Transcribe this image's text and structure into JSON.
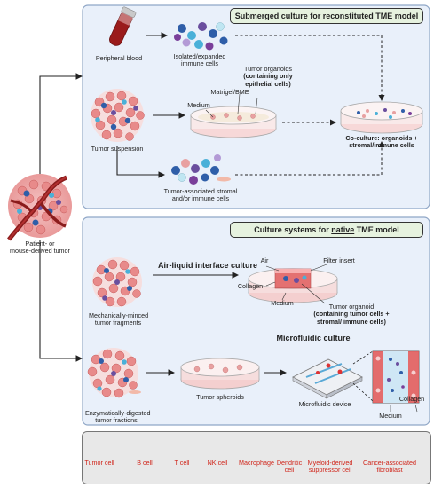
{
  "panel_top": {
    "title_prefix": "Submerged culture for ",
    "title_emph": "reconstituted",
    "title_suffix": " TME model",
    "peripheral_blood": "Peripheral blood",
    "immune_cells_1": "Isolated/expanded",
    "immune_cells_2": "immune cells",
    "tumor_organoids_1": "Tumor organoids",
    "tumor_organoids_2": "(containing only",
    "tumor_organoids_3": "epithelial cells)",
    "matrigel": "Matrigel/BME",
    "medium": "Medium",
    "tumor_suspension": "Tumor suspension",
    "coculture_1": "Co-culture: organoids +",
    "coculture_2": "stromal/immune cells",
    "stromal_1": "Tumor-associated stromal",
    "stromal_2": "and/or immune cells"
  },
  "source": {
    "line1": "Patient- or",
    "line2": "mouse-derived tumor"
  },
  "panel_bottom": {
    "title_prefix": "Culture systems for ",
    "title_emph": "native",
    "title_suffix": " TME model",
    "ali_title": "Air-liquid interface culture",
    "air": "Air",
    "filter_insert": "Filter insert",
    "collagen": "Collagen",
    "medium": "Medium",
    "tumor_organoid_1": "Tumor organoid",
    "tumor_organoid_2": "(containing tumor cells +",
    "tumor_organoid_3": "stromal/ immune cells)",
    "minced_1": "Mechanically-minced",
    "minced_2": "tumor fragments",
    "microfluidic_title": "Microfluidic culture",
    "spheroids": "Tumor spheroids",
    "device": "Microfluidic device",
    "digested_1": "Enzymatically-digested",
    "digested_2": "tumor fractions",
    "medium2": "Medium",
    "collagen2": "Collagen"
  },
  "legend": [
    {
      "name": "Tumor cell",
      "icon": "tumor-cell-icon",
      "color": "#e8a0a0"
    },
    {
      "name": "B cell",
      "icon": "b-cell-icon",
      "color": "#2f5ea8"
    },
    {
      "name": "T cell",
      "icon": "t-cell-icon",
      "color": "#4ab0d8"
    },
    {
      "name": "NK cell",
      "icon": "nk-cell-icon",
      "color": "#b39ad6"
    },
    {
      "name": "Macrophage",
      "icon": "macrophage-icon",
      "color": "#6a4e9e"
    },
    {
      "name": "Dendritic cell",
      "icon": "dendritic-cell-icon",
      "color": "#7a3f9a"
    },
    {
      "name": "Myeloid-derived suppressor cell",
      "icon": "mdsc-icon",
      "color": "#bfe6f2"
    },
    {
      "name": "Cancer-associated fibroblast",
      "icon": "fibroblast-icon",
      "color": "#f2b9a8"
    }
  ],
  "colors": {
    "panel_bg": "#e9f0fa",
    "header_bg": "#e6f2df",
    "legend_text": "#d0251a",
    "legend_bg": "#e8e8e8"
  }
}
